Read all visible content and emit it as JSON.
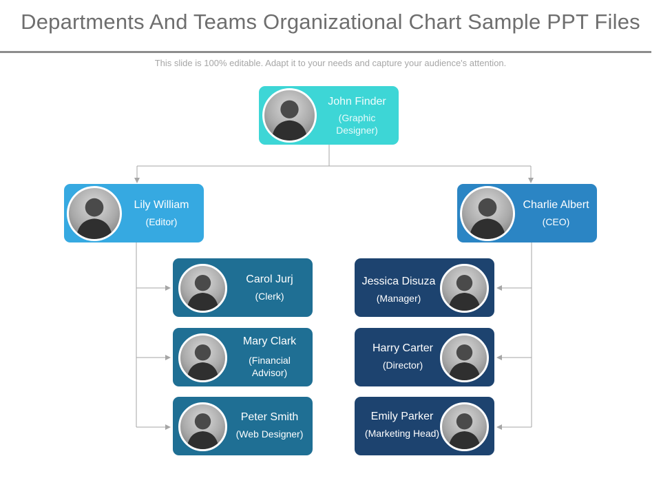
{
  "title": "Departments And Teams Organizational Chart Sample PPT Files",
  "subtitle": "This slide is 100% editable. Adapt it to your needs and capture your audience's attention.",
  "colors": {
    "top": "#3dd6d6",
    "lily": "#36a9e1",
    "charlie": "#2b85c4",
    "left_team": "#1f6f94",
    "right_team": "#1d436f",
    "connector": "#a6a6a6"
  },
  "top": {
    "name": "John Finder",
    "role": "(Graphic Designer)"
  },
  "managers": {
    "left": {
      "name": "Lily William",
      "role": "(Editor)"
    },
    "right": {
      "name": "Charlie Albert",
      "role": "(CEO)"
    }
  },
  "left_team": [
    {
      "name": "Carol Jurj",
      "role": "(Clerk)"
    },
    {
      "name": "Mary Clark",
      "role": "(Financial Advisor)"
    },
    {
      "name": "Peter Smith",
      "role": "(Web Designer)"
    }
  ],
  "right_team": [
    {
      "name": "Jessica Disuza",
      "role": "(Manager)"
    },
    {
      "name": "Harry Carter",
      "role": "(Director)"
    },
    {
      "name": "Emily Parker",
      "role": "(Marketing Head)"
    }
  ],
  "icons": {
    "avatar": "person-photo-icon"
  }
}
